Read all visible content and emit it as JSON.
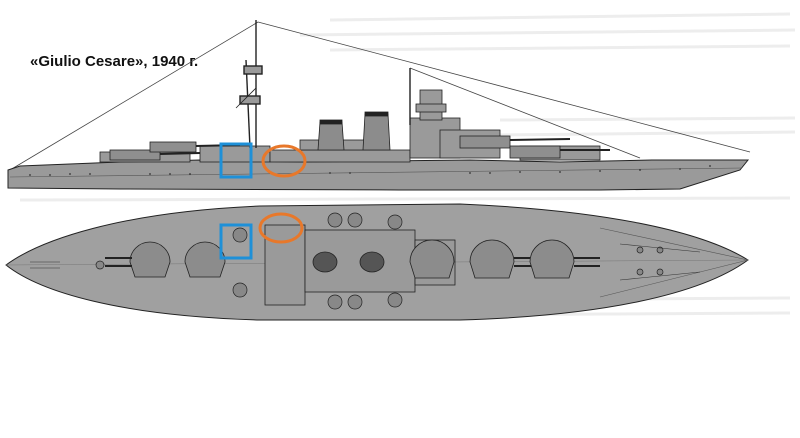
{
  "caption": "«Giulio Cesare», 1940 г.",
  "colors": {
    "hull": "#9a9a9a",
    "hull_dark": "#6e6e6e",
    "outline": "#222222",
    "highlight_square": "#1e90d8",
    "highlight_circle": "#e8782a",
    "background_text_ghost": "#eeeeee"
  },
  "views": [
    "side-profile",
    "top-plan"
  ],
  "highlights": [
    {
      "view": "side-profile",
      "shape": "square",
      "color": "blue"
    },
    {
      "view": "side-profile",
      "shape": "ellipse",
      "color": "orange"
    },
    {
      "view": "top-plan",
      "shape": "square",
      "color": "blue"
    },
    {
      "view": "top-plan",
      "shape": "ellipse",
      "color": "orange"
    }
  ]
}
